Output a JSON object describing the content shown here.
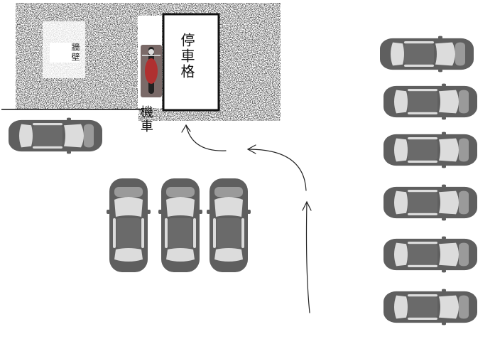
{
  "labels": {
    "wall": "牆壁",
    "parking_slot": "停車格",
    "motorcycle": "機車"
  },
  "colors": {
    "car_body": "#5f5f5f",
    "car_glass": "#dcdcdc",
    "wall_noise": "#1a1a1a",
    "slot_border": "#111111",
    "arrow": "#222222",
    "motorcycle": "#b03030"
  },
  "icons": {
    "car": "car-top-view-icon",
    "motorcycle": "motorcycle-icon",
    "arrow": "curved-arrow"
  }
}
